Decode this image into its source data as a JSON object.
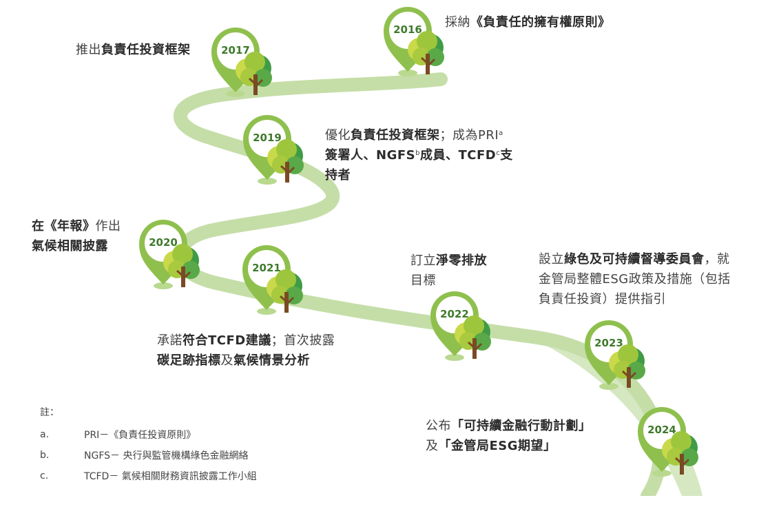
{
  "milestones": [
    {
      "year": "2016",
      "pre": "採納",
      "bold": "《負責任的擁有權原則》"
    },
    {
      "year": "2017",
      "pre": "推出",
      "bold": "負責任投資框架"
    },
    {
      "year": "2019",
      "line1_pre": "優化",
      "line1_bold": "負責任投資框架",
      "line1_post": "；成為PRI",
      "sup_a": "a",
      "line2_bold1": "簽署人、NGFS",
      "sup_b": "b",
      "line2_bold2": "成員、TCFD",
      "sup_c": "c",
      "line2_bold3": "支",
      "line3_bold": "持者"
    },
    {
      "year": "2020",
      "line1_bold": "在《年報》",
      "line1_post": "作出",
      "line2_bold": "氣候相關披露"
    },
    {
      "year": "2021",
      "line1_pre": "承諾",
      "line1_bold": "符合TCFD建議",
      "line1_post": "；首次披露",
      "line2_bold": "碳足跡指標",
      "line2_mid": "及",
      "line2_bold2": "氣候情景分析"
    },
    {
      "year": "2022",
      "line1_pre": "訂立",
      "line1_bold": "淨零排放",
      "line2_bold": "目標"
    },
    {
      "year": "2023",
      "line1_pre": "設立",
      "line1_bold": "綠色及可持續督導委員會",
      "line1_post": "，就",
      "line2": "金管局整體ESG政策及措施（包括",
      "line3": "負責任投資）提供指引"
    },
    {
      "year": "2024",
      "line1_pre": "公布",
      "line1_bold": "「可持續金融行動計劃」",
      "line2_pre": "及",
      "line2_bold": "「金管局ESG期望」"
    }
  ],
  "notes": {
    "title": "註：",
    "items": [
      {
        "key": "a.",
        "text": "PRI－《負責任投資原則》"
      },
      {
        "key": "b.",
        "text": "NGFS－ 央行與監管機構綠色金融網絡"
      },
      {
        "key": "c.",
        "text": "TCFD－ 氣候相關財務資訊披露工作小組"
      }
    ]
  },
  "colors": {
    "road": "#c5dea8",
    "pin": "#8fc04e",
    "pin_text": "#3f7a2c",
    "trunk": "#7a4a24",
    "foliage_light": "#c9d94a",
    "foliage_mid": "#8dbb3c",
    "foliage_dark": "#3f9b46"
  }
}
